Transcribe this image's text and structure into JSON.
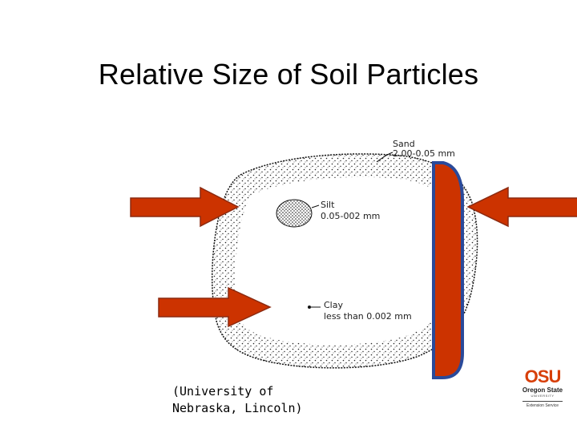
{
  "slide": {
    "title": "Relative Size of Soil Particles",
    "caption_line1": "(University of",
    "caption_line2": "Nebraska, Lincoln)"
  },
  "diagram": {
    "sand_label": "Sand",
    "sand_range": "2.00-0.05  mm",
    "silt_label": "Silt",
    "silt_range": "0.05-002   mm",
    "clay_label": "Clay",
    "clay_range": "less than 0.002 mm"
  },
  "logo": {
    "mark": "OSU",
    "name_line1": "Oregon State",
    "name_line2": "UNIVERSITY",
    "extension": "Extension Service"
  },
  "colors": {
    "arrow_fill": "#cc3300",
    "arrow_stroke": "#8b2a10",
    "sand_bar_fill": "#cc3300",
    "sand_bar_stroke": "#2a4a9a",
    "osu_orange": "#d73f09"
  }
}
